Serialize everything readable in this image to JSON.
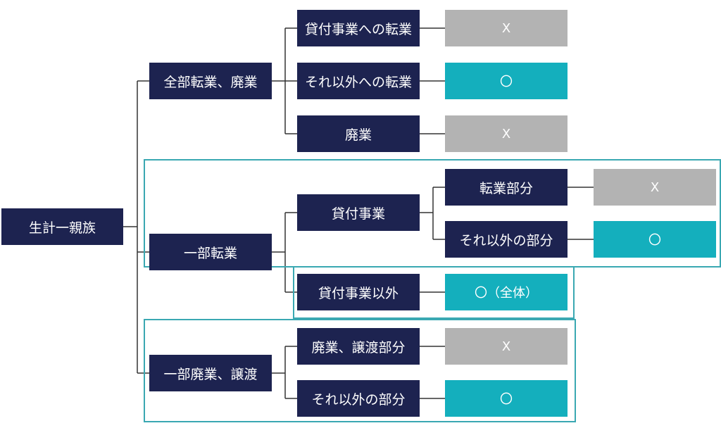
{
  "root": "生計一親族",
  "branch_full": "全部転業、廃業",
  "branch_partial": "一部転業",
  "branch_partial_close": "一部廃業、譲渡",
  "full": {
    "to_lending": "貸付事業への転業",
    "to_other": "それ以外への転業",
    "close": "廃業"
  },
  "partial": {
    "lending": "貸付事業",
    "switched_part": "転業部分",
    "other_part": "それ以外の部分",
    "non_lending": "貸付事業以外"
  },
  "partial_close": {
    "closed_part": "廃業、譲渡部分",
    "other_part": "それ以外の部分"
  },
  "results": {
    "r1": "X",
    "r2": "〇",
    "r3": "X",
    "r4": "X",
    "r5": "〇",
    "r6": "〇（全体）",
    "r7": "X",
    "r8": "〇"
  },
  "colors": {
    "node": "#1d2350",
    "ok": "#14afbd",
    "ng": "#b3b3b3",
    "frame": "#3aa8b2",
    "connector": "#333333"
  }
}
